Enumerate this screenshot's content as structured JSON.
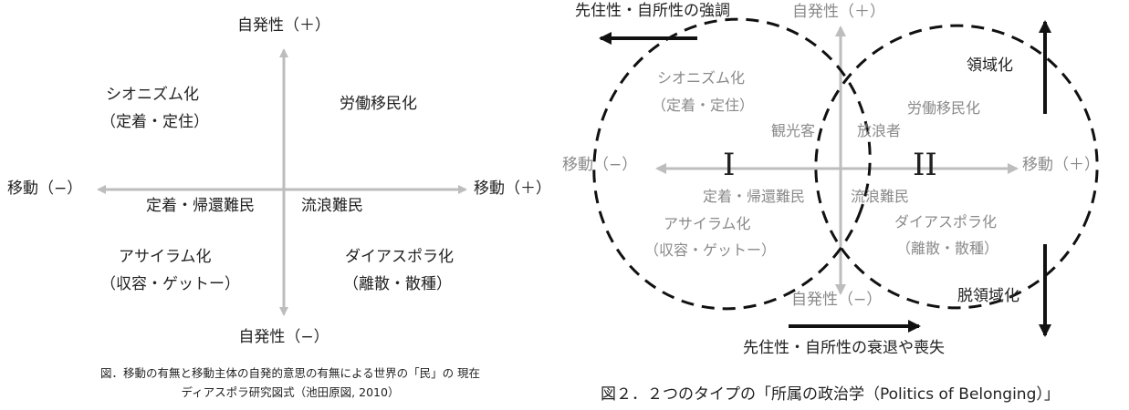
{
  "left": {
    "axis_top": "自発性（＋）",
    "axis_bottom": "自発性（−）",
    "axis_left": "移動（−）",
    "axis_right": "移動（＋）",
    "q_top_left_1": "シオニズム化",
    "q_top_left_2": "（定着・定住）",
    "q_top_right": "労働移民化",
    "center_left": "定着・帰還難民",
    "center_right": "流浪難民",
    "q_bottom_left_1": "アサイラム化",
    "q_bottom_left_2": "（収容・ゲットー）",
    "q_bottom_right_1": "ダイアスポラ化",
    "q_bottom_right_2": "（離散・散種）",
    "caption_1": "図．移動の有無と移動主体の自発的意思の有無による世界の「民」の 現在",
    "caption_2": "ディアスポラ研究図式（池田原図, 2010）"
  },
  "right": {
    "top_left_label": "先住性・自所性の強調",
    "axis_top": "自発性（＋）",
    "axis_bottom": "自発性（−）",
    "axis_left": "移動（−）",
    "axis_right": "移動（＋）",
    "territorialization": "領域化",
    "deterritorialization": "脱領域化",
    "q_top_left_1": "シオニズム化",
    "q_top_left_2": "（定着・定住）",
    "q_top_right": "労働移民化",
    "tourist": "観光客",
    "wanderer": "放浪者",
    "roman_1": "I",
    "roman_2": "II",
    "center_left": "定着・帰還難民",
    "center_right": "流浪難民",
    "q_bottom_left_1": "アサイラム化",
    "q_bottom_left_2": "（収容・ゲットー）",
    "q_bottom_right_1": "ダイアスポラ化",
    "q_bottom_right_2": "（離散・散種）",
    "bottom_label": "先住性・自所性の衰退や喪失",
    "caption": "図２．２つのタイプの「所属の政治学（Politics of Belonging）」"
  },
  "colors": {
    "axis_gray": "#bdbdbd",
    "text_gray": "#8a8a8a",
    "text_dark": "#222222"
  }
}
